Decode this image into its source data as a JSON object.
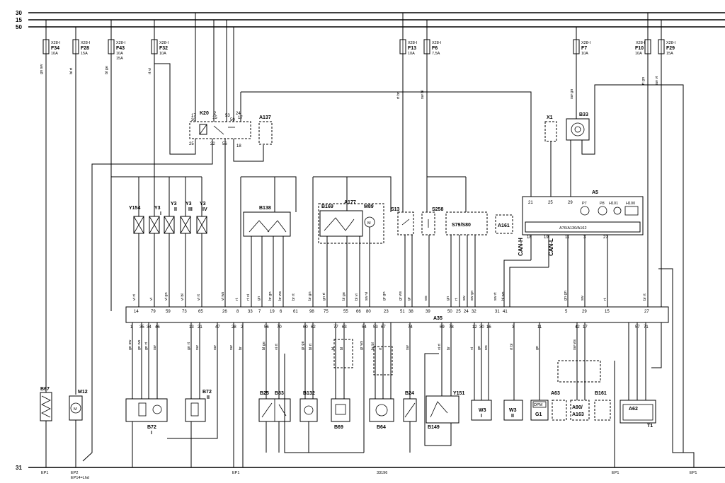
{
  "rails": {
    "top": [
      "30",
      "15",
      "50"
    ],
    "bottom": "31"
  },
  "fuses": [
    {
      "box": "X28-I",
      "id": "F34",
      "rating": "10A",
      "wire": "gn sw"
    },
    {
      "box": "X28-I",
      "id": "F28",
      "rating": "15A",
      "wire": "bl rt"
    },
    {
      "box": "X28-I",
      "id": "F43",
      "rating": "10A",
      "rating2": "15A",
      "wire": "bl ge"
    },
    {
      "box": "X28-I",
      "id": "F32",
      "rating": "10A",
      "wire": "rt vi"
    },
    {
      "box": "X28-I",
      "id": "F13",
      "rating": "10A",
      "wire": "rt br"
    },
    {
      "box": "X28-I",
      "id": "F6",
      "rating": "7,5A",
      "wire": "sw bl"
    },
    {
      "box": "X28-I",
      "id": "F7",
      "rating": "10A",
      "wire": "sw gn"
    },
    {
      "box": "X28-I",
      "id": "F10",
      "rating": "10A",
      "wire": "rt gn"
    },
    {
      "box": "X28-I",
      "id": "F29",
      "rating": "15A",
      "wire": "sw vi"
    }
  ],
  "components": {
    "k20": "K20",
    "a137": "A137",
    "x1": "X1",
    "b33": "B33",
    "a5": "A5",
    "a5_sub": "A76/A130/A162",
    "a5_gauges": [
      "P7",
      "P8",
      "H101",
      "H100"
    ],
    "y154": "Y154",
    "y3": [
      "Y3",
      "Y3",
      "Y3",
      "Y3"
    ],
    "y3_sub": [
      "I",
      "II",
      "III",
      "IV"
    ],
    "b138": "B138",
    "b169": "B169",
    "a177": "A177",
    "m89": "M89",
    "s13": "S13",
    "s258": "S258",
    "s79": "S79/S80",
    "a161": "A161",
    "a35": "A35",
    "b67": "B67",
    "m12": "M12",
    "b72_1": "B72",
    "b72_1_sub": "I",
    "b72_2": "B72",
    "b72_2_sub": "II",
    "b25": "B25",
    "b83": "B83",
    "b132": "B132",
    "b69": "B69",
    "b64": "B64",
    "b24": "B24",
    "b149": "B149",
    "y151": "Y151",
    "w3_1": "W3",
    "w3_1_sub": "I",
    "w3_2": "W3",
    "w3_2_sub": "II",
    "g1": "G1",
    "g1_inner": "DPM",
    "a63": "A63",
    "a90": "A90/",
    "a90_2": "A163",
    "b161": "B161",
    "a62": "A62",
    "t1": "T1",
    "can_h": "CAN-H",
    "can_l": "CAN-L"
  },
  "ground_labels": [
    "EP1",
    "EP2",
    "EP14=Lhd",
    "EP1",
    "33196",
    "EP1",
    "EP1"
  ],
  "a35_top_pins": [
    "14",
    "79",
    "59",
    "73",
    "65",
    "26",
    "8",
    "33",
    "7",
    "19",
    "6",
    "61",
    "98",
    "75",
    "55",
    "66",
    "80",
    "23",
    "51",
    "38",
    "39",
    "50",
    "25",
    "24",
    "32",
    "31",
    "41",
    "5",
    "29",
    "15",
    "27"
  ],
  "a35_bottom_pins": [
    "1",
    "35",
    "34",
    "46",
    "13",
    "21",
    "47",
    "28",
    "2",
    "56",
    "70",
    "60",
    "62",
    "77",
    "63",
    "54",
    "53",
    "67",
    "74",
    "69",
    "78",
    "12",
    "30",
    "16",
    "3",
    "11",
    "42",
    "17",
    "57",
    "71"
  ],
  "wire_labels_top": [
    "vi rt",
    "vi",
    "vi gn",
    "vi bl",
    "vi rt",
    "vi ws",
    "rt",
    "rt vi",
    "gn",
    "br gn",
    "br ws",
    "br rt",
    "br gn",
    "gn rt",
    "bl ge",
    "bl vi",
    "sw vi",
    "gr gn",
    "gr ws",
    "gr",
    "ws",
    "gn",
    "rt",
    "sw",
    "sw gn",
    "sw rt",
    "bl ws",
    "gn gn",
    "sw",
    "rt",
    "br rt"
  ],
  "wire_labels_bottom": [
    "gn sw",
    "gn ws",
    "gn rt",
    "sw",
    "gn rt",
    "sw",
    "sw",
    "sw",
    "br",
    "bl ge",
    "vi rt",
    "gr ge",
    "bl rt",
    "bl",
    "bl",
    "gr ws",
    "br bl",
    "rt",
    "sw",
    "vi rt",
    "br",
    "vi",
    "gn",
    "ws",
    "rt bl",
    "gn",
    "sw ws"
  ]
}
